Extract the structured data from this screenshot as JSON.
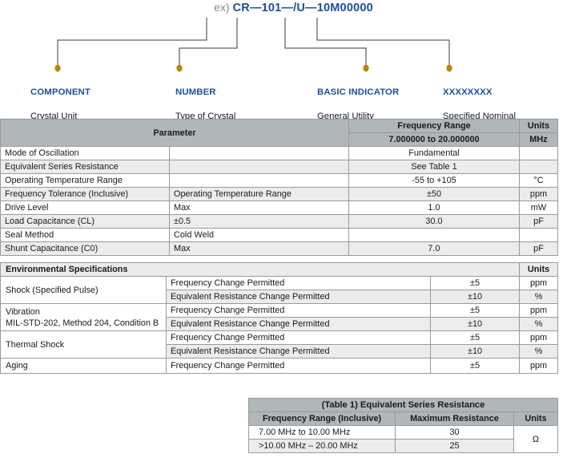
{
  "part_number": {
    "prefix_label": "ex)",
    "code": "CR—101—/U—10M00000",
    "callouts": [
      {
        "heading": "COMPONENT",
        "description": "Crystal Unit"
      },
      {
        "heading": "NUMBER",
        "description": "Type of Crystal"
      },
      {
        "heading": "BASIC INDICATOR",
        "description": "General Utility"
      },
      {
        "heading": "XXXXXXXX",
        "description": "Specified Nominal\nFrequency"
      }
    ],
    "accent_color": "#b8860b",
    "heading_color": "#1f4e9c"
  },
  "parameter_table": {
    "header": {
      "parameter": "Parameter",
      "frequency_range": "Frequency Range",
      "frequency_range_value": "7.000000 to 20.000000",
      "units": "Units",
      "units_value": "MHz"
    },
    "rows": [
      {
        "name": "Mode of Oscillation",
        "qualifier": "",
        "value": "Fundamental",
        "units": ""
      },
      {
        "name": "Equivalent Series Resistance",
        "qualifier": "",
        "value": "See Table 1",
        "units": ""
      },
      {
        "name": "Operating Temperature Range",
        "qualifier": "",
        "value": "-55 to +105",
        "units": "°C"
      },
      {
        "name": "Frequency Tolerance (Inclusive)",
        "qualifier": "Operating Temperature Range",
        "value": "±50",
        "units": "ppm"
      },
      {
        "name": "Drive Level",
        "qualifier": "Max",
        "value": "1.0",
        "units": "mW"
      },
      {
        "name": "Load Capacitance (CL)",
        "qualifier": "±0.5",
        "value": "30.0",
        "units": "pF"
      },
      {
        "name": "Seal Method",
        "qualifier": "Cold Weld",
        "value": "",
        "units": ""
      },
      {
        "name": "Shunt Capacitance (C0)",
        "qualifier": "Max",
        "value": "7.0",
        "units": "pF"
      }
    ]
  },
  "environmental_table": {
    "header": {
      "title": "Environmental Specifications",
      "units": "Units"
    },
    "groups": [
      {
        "label": "Shock (Specified Pulse)",
        "sublabel": "",
        "rows": [
          {
            "criterion": "Frequency Change Permitted",
            "value": "±5",
            "units": "ppm"
          },
          {
            "criterion": "Equivalent Resistance Change Permitted",
            "value": "±10",
            "units": "%"
          }
        ]
      },
      {
        "label": "Vibration",
        "sublabel": "MIL-STD-202, Method 204, Condition B",
        "rows": [
          {
            "criterion": "Frequency Change Permitted",
            "value": "±5",
            "units": "ppm"
          },
          {
            "criterion": "Equivalent Resistance Change Permitted",
            "value": "±10",
            "units": "%"
          }
        ]
      },
      {
        "label": "Thermal Shock",
        "sublabel": "",
        "rows": [
          {
            "criterion": "Frequency Change Permitted",
            "value": "±5",
            "units": "ppm"
          },
          {
            "criterion": "Equivalent Resistance Change Permitted",
            "value": "±10",
            "units": "%"
          }
        ]
      },
      {
        "label": "Aging",
        "sublabel": "",
        "rows": [
          {
            "criterion": "Frequency Change Permitted",
            "value": "±5",
            "units": "ppm"
          }
        ]
      }
    ]
  },
  "esr_table": {
    "title": "(Table 1) Equivalent Series Resistance",
    "columns": [
      "Frequency Range (Inclusive)",
      "Maximum Resistance",
      "Units"
    ],
    "rows": [
      {
        "range": "7.00 MHz to 10.00 MHz",
        "resistance": "30"
      },
      {
        "range": ">10.00 MHz – 20.00 MHz",
        "resistance": "25"
      }
    ],
    "units": "Ω"
  }
}
